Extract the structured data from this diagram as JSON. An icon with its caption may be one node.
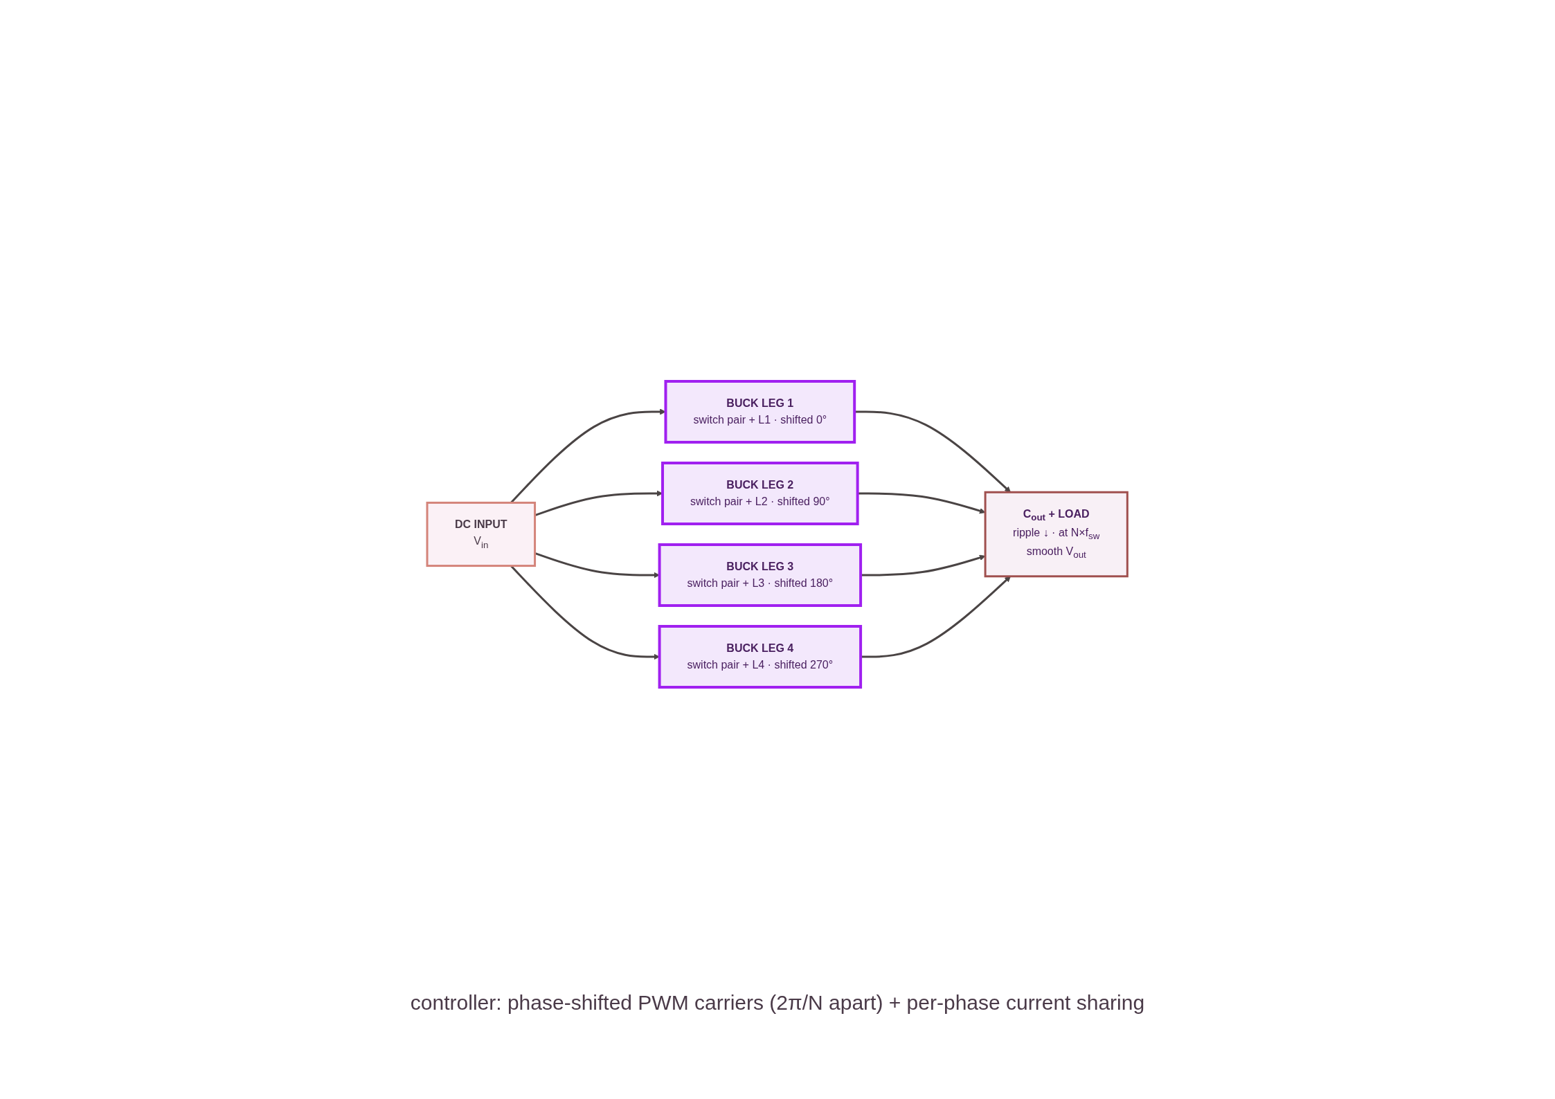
{
  "diagram": {
    "caption": "controller: phase-shifted PWM carriers (2π/N apart) + per-phase current sharing",
    "nodes": [
      {
        "text": [
          "DC INPUT",
          "V$_{in}$"
        ]
      },
      {
        "text": [
          "BUCK LEG 1",
          "switch pair + L1 · shifted 0°"
        ]
      },
      {
        "text": [
          "BUCK LEG 2",
          "switch pair + L2 · shifted 90°"
        ]
      },
      {
        "text": [
          "BUCK LEG 3",
          "switch pair + L3 · shifted 180°"
        ]
      },
      {
        "text": [
          "BUCK LEG 4",
          "switch pair + L4 · shifted 270°"
        ]
      },
      {
        "text": [
          "C$_{out}$ + LOAD",
          "ripple ↓ · at N×f$_{sw}$",
          "smooth V$_{out}$"
        ]
      }
    ],
    "edges": [
      {
        "from": 0,
        "to": 1,
        "arrow": "to"
      },
      {
        "from": 0,
        "to": 2,
        "arrow": "to"
      },
      {
        "from": 0,
        "to": 3,
        "arrow": "to"
      },
      {
        "from": 0,
        "to": 4,
        "arrow": "to"
      },
      {
        "from": 1,
        "to": 5,
        "arrow": "to"
      },
      {
        "from": 2,
        "to": 5,
        "arrow": "to"
      },
      {
        "from": 3,
        "to": 5,
        "arrow": "to"
      },
      {
        "from": 4,
        "to": 5,
        "arrow": "to"
      }
    ]
  }
}
